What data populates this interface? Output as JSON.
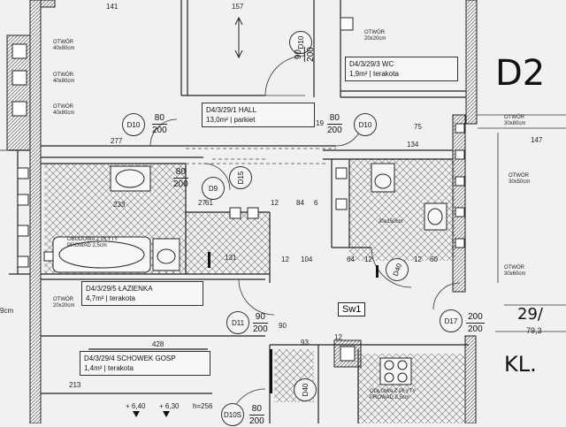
{
  "rooms": [
    {
      "code": "D4/3/29/1 HALL",
      "area": "13,0m²",
      "floor": "parkiet"
    },
    {
      "code": "D4/3/29/3 WC",
      "area": "1,9m²",
      "floor": "terakota"
    },
    {
      "code": "D4/3/29/5 ŁAZIENKA",
      "area": "4,7m²",
      "floor": "terakota"
    },
    {
      "code": "D4/3/29/4 SCHOWEK GOSP",
      "area": "1,4m²",
      "floor": "terakota"
    }
  ],
  "doors": {
    "d10_a": "D10",
    "d10_b": "D10",
    "d10_c": "D10",
    "d9": "D9",
    "d15": "D15",
    "d11": "D11",
    "d17": "D17",
    "d10s": "D10S",
    "d40": "D40",
    "d40b": "D40"
  },
  "fractions": {
    "f1_top": "80",
    "f1_bottom": "200",
    "f2_top": "80",
    "f2_bottom": "200",
    "f3_top": "80",
    "f3_bottom": "200",
    "f4_top": "90",
    "f4_bottom": "200",
    "f5_top": "80",
    "f5_bottom": "200",
    "f6_top": "90",
    "f6_bottom": "200",
    "f7_top": "200",
    "f7_bottom": "200"
  },
  "openings": [
    {
      "t": "OTWÓR",
      "s": "40x80cm"
    },
    {
      "t": "OTWÓR",
      "s": "40x80cm"
    },
    {
      "t": "OTWÓR",
      "s": "40x80cm"
    },
    {
      "t": "OTWÓR",
      "s": "20x20cm"
    },
    {
      "t": "OTWÓR",
      "s": "30x80cm"
    },
    {
      "t": "OTWÓR",
      "s": "30x50cm"
    },
    {
      "t": "OTWÓR",
      "s": "30x60cm"
    },
    {
      "t": "OTWÓR",
      "s": "20x20cm"
    }
  ],
  "dims": {
    "d141": "141",
    "d157": "157",
    "d277": "277",
    "d213": "213",
    "d104": "104",
    "d428": "428",
    "d147": "147",
    "d134": "134",
    "d61": "61",
    "d84": "84",
    "d64": "64",
    "d131": "131",
    "d6": "6",
    "d12a": "12",
    "d12b": "12",
    "d12c": "12",
    "d12d": "12",
    "d12e": "12",
    "d90": "90",
    "d93": "93",
    "d75": "75",
    "d60": "60",
    "d233": "233",
    "d19": "19",
    "d27": "27"
  },
  "labels": {
    "title_big": "D2",
    "kl": "KL.",
    "sw1": "Sw1",
    "num29": "29/",
    "num79": "79,3",
    "kitchen": "ODŁOWA Z PŁYTY",
    "kitchen2": "PROWAD 2,5cm",
    "bath": "OBUDOWA Z PŁYTY",
    "bath2": "PROWAD 2,5cm",
    "el1": "+ 6,40",
    "el2": "+ 6,30",
    "el3": "h=256",
    "m9cm": "9cm",
    "cabinet": "30x150cm"
  }
}
